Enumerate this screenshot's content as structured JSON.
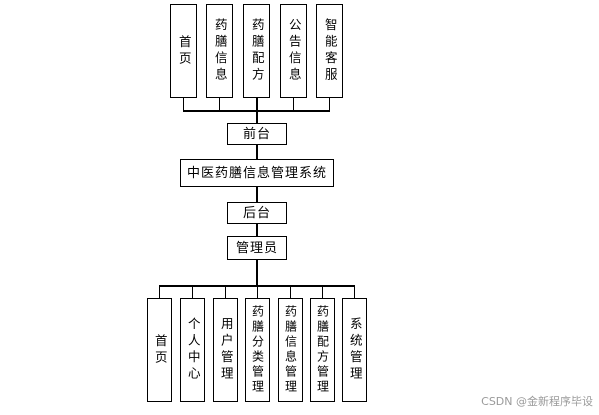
{
  "diagram": {
    "top_modules": [
      "首页",
      "药膳信息",
      "药膳配方",
      "公告信息",
      "智能客服"
    ],
    "frontend": "前台",
    "system": "中医药膳信息管理系统",
    "backend": "后台",
    "admin": "管理员",
    "bottom_modules": [
      "首页",
      "个人中心",
      "用户管理",
      "药膳分类管理",
      "药膳信息管理",
      "药膳配方管理",
      "系统管理"
    ]
  },
  "watermark": "CSDN @金新程序毕设"
}
